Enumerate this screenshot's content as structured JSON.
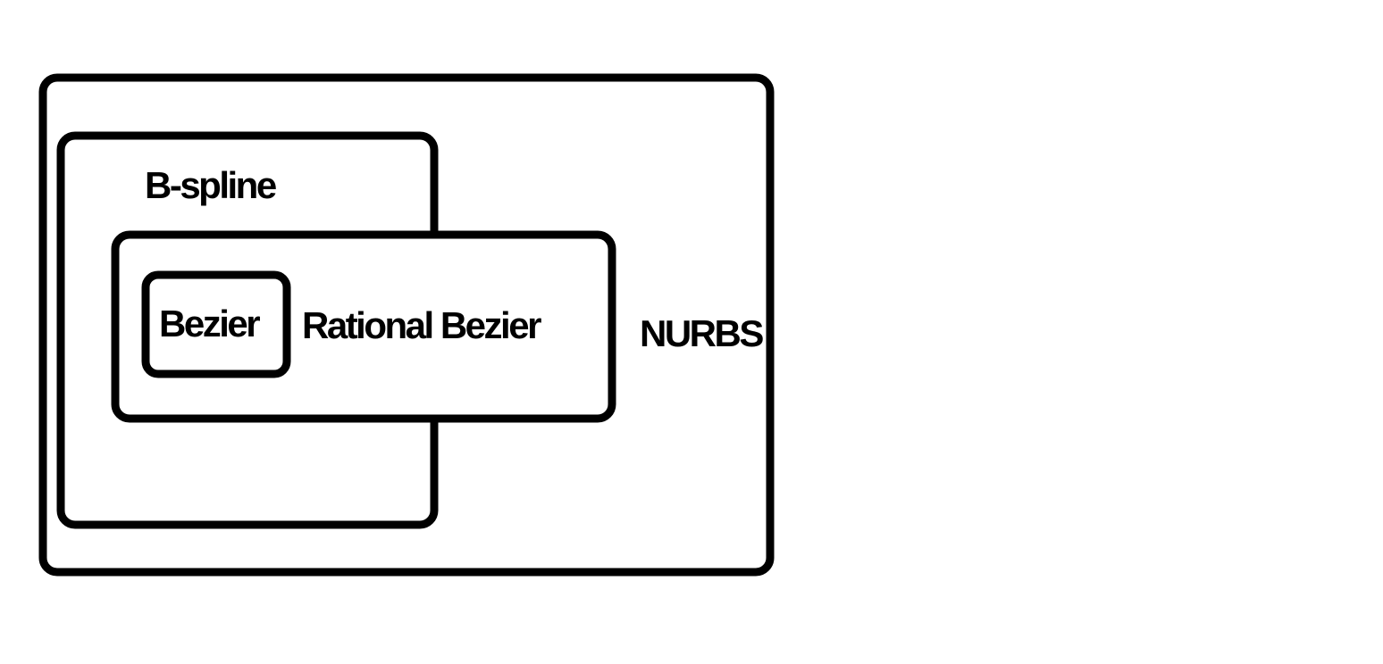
{
  "diagram": {
    "line_color": "#000000",
    "background_color": "#ffffff",
    "sets": [
      {
        "id": "nurbs",
        "label": "NURBS"
      },
      {
        "id": "bspline",
        "label": "B-spline"
      },
      {
        "id": "rational_bezier",
        "label": "Rational Bezier"
      },
      {
        "id": "bezier",
        "label": "Bezier"
      }
    ]
  }
}
